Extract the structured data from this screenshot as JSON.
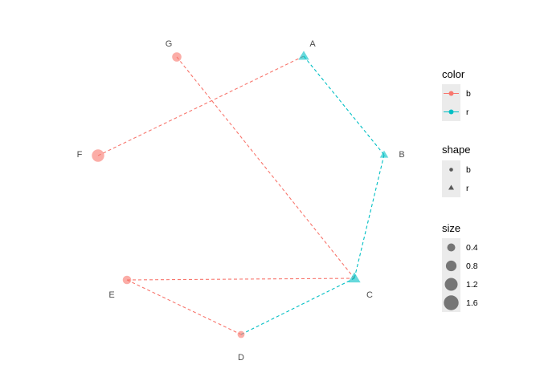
{
  "nodes": [
    {
      "id": "A",
      "label": "A",
      "shape": "r",
      "size": 1.2
    },
    {
      "id": "B",
      "label": "B",
      "shape": "r",
      "size": 0.5
    },
    {
      "id": "C",
      "label": "C",
      "shape": "r",
      "size": 1.9
    },
    {
      "id": "D",
      "label": "D",
      "shape": "b",
      "size": 0.15
    },
    {
      "id": "E",
      "label": "E",
      "shape": "b",
      "size": 0.4
    },
    {
      "id": "F",
      "label": "F",
      "shape": "b",
      "size": 1.7
    },
    {
      "id": "G",
      "label": "G",
      "shape": "b",
      "size": 0.6
    }
  ],
  "edges": [
    {
      "from": "F",
      "to": "A",
      "color": "b"
    },
    {
      "from": "G",
      "to": "C",
      "color": "b"
    },
    {
      "from": "A",
      "to": "B",
      "color": "r"
    },
    {
      "from": "B",
      "to": "C",
      "color": "r"
    },
    {
      "from": "E",
      "to": "C",
      "color": "b"
    },
    {
      "from": "E",
      "to": "D",
      "color": "b"
    },
    {
      "from": "D",
      "to": "C",
      "color": "r"
    }
  ],
  "colors": {
    "b": "#F8766D",
    "r": "#00BFC4"
  },
  "legend": {
    "color": {
      "title": "color",
      "items": [
        {
          "key": "b",
          "label": "b"
        },
        {
          "key": "r",
          "label": "r"
        }
      ]
    },
    "shape": {
      "title": "shape",
      "items": [
        {
          "key": "b",
          "label": "b"
        },
        {
          "key": "r",
          "label": "r"
        }
      ]
    },
    "size": {
      "title": "size",
      "items": [
        {
          "value": 0.4,
          "label": "0.4"
        },
        {
          "value": 0.8,
          "label": "0.8"
        },
        {
          "value": 1.2,
          "label": "1.2"
        },
        {
          "value": 1.6,
          "label": "1.6"
        }
      ]
    }
  }
}
